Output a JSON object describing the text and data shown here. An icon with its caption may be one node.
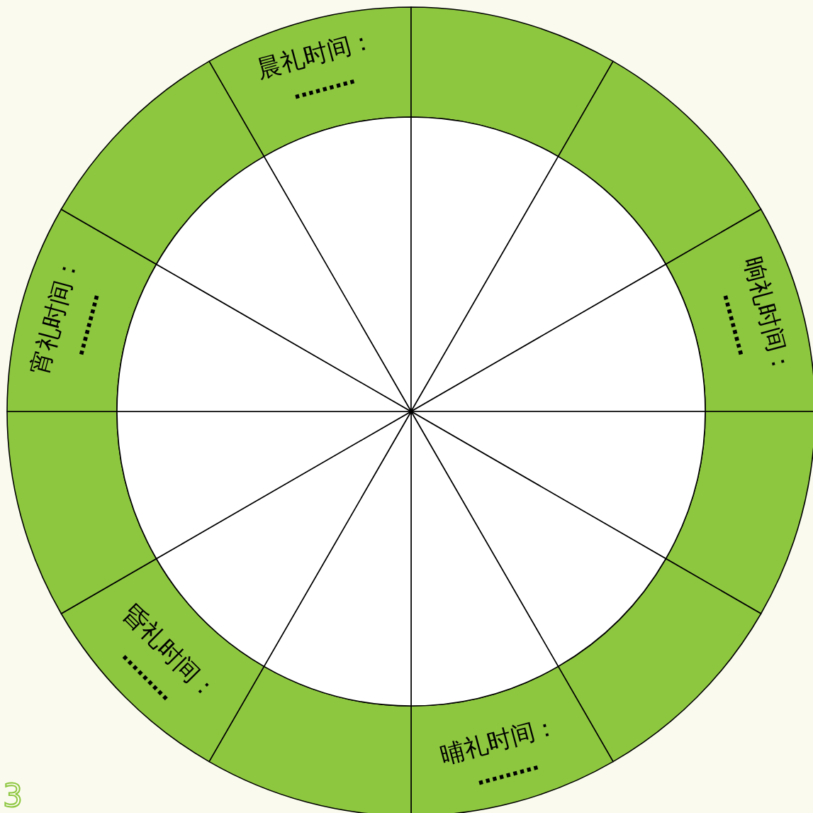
{
  "diagram": {
    "nodes": [
      {
        "text": [
          "晨礼时间：",
          "………"
        ]
      },
      {
        "text": [],
        "shape": "sector"
      },
      {
        "text": [],
        "shape": "sector"
      },
      {
        "text": [
          "晌礼时间：",
          "………"
        ]
      },
      {
        "text": [],
        "shape": "sector"
      },
      {
        "text": [],
        "shape": "sector"
      },
      {
        "text": [
          "晡礼时间：",
          "………"
        ]
      },
      {
        "text": [],
        "shape": "sector"
      },
      {
        "text": [
          "昏礼时间：",
          "………"
        ]
      },
      {
        "text": [],
        "shape": "sector"
      },
      {
        "text": [
          "宵礼时间：",
          "………"
        ]
      },
      {
        "text": [],
        "shape": "sector"
      },
      {
        "text": [],
        "shape": "wedge"
      },
      {
        "text": [],
        "shape": "wedge"
      },
      {
        "text": [],
        "shape": "wedge"
      },
      {
        "text": [],
        "shape": "wedge"
      },
      {
        "text": [],
        "shape": "wedge"
      },
      {
        "text": [],
        "shape": "wedge"
      },
      {
        "text": [],
        "shape": "wedge"
      },
      {
        "text": [],
        "shape": "wedge"
      },
      {
        "text": [],
        "shape": "wedge"
      },
      {
        "text": [],
        "shape": "wedge"
      },
      {
        "text": [],
        "shape": "wedge"
      },
      {
        "text": [],
        "shape": "wedge"
      }
    ],
    "labels": [
      "3"
    ]
  }
}
